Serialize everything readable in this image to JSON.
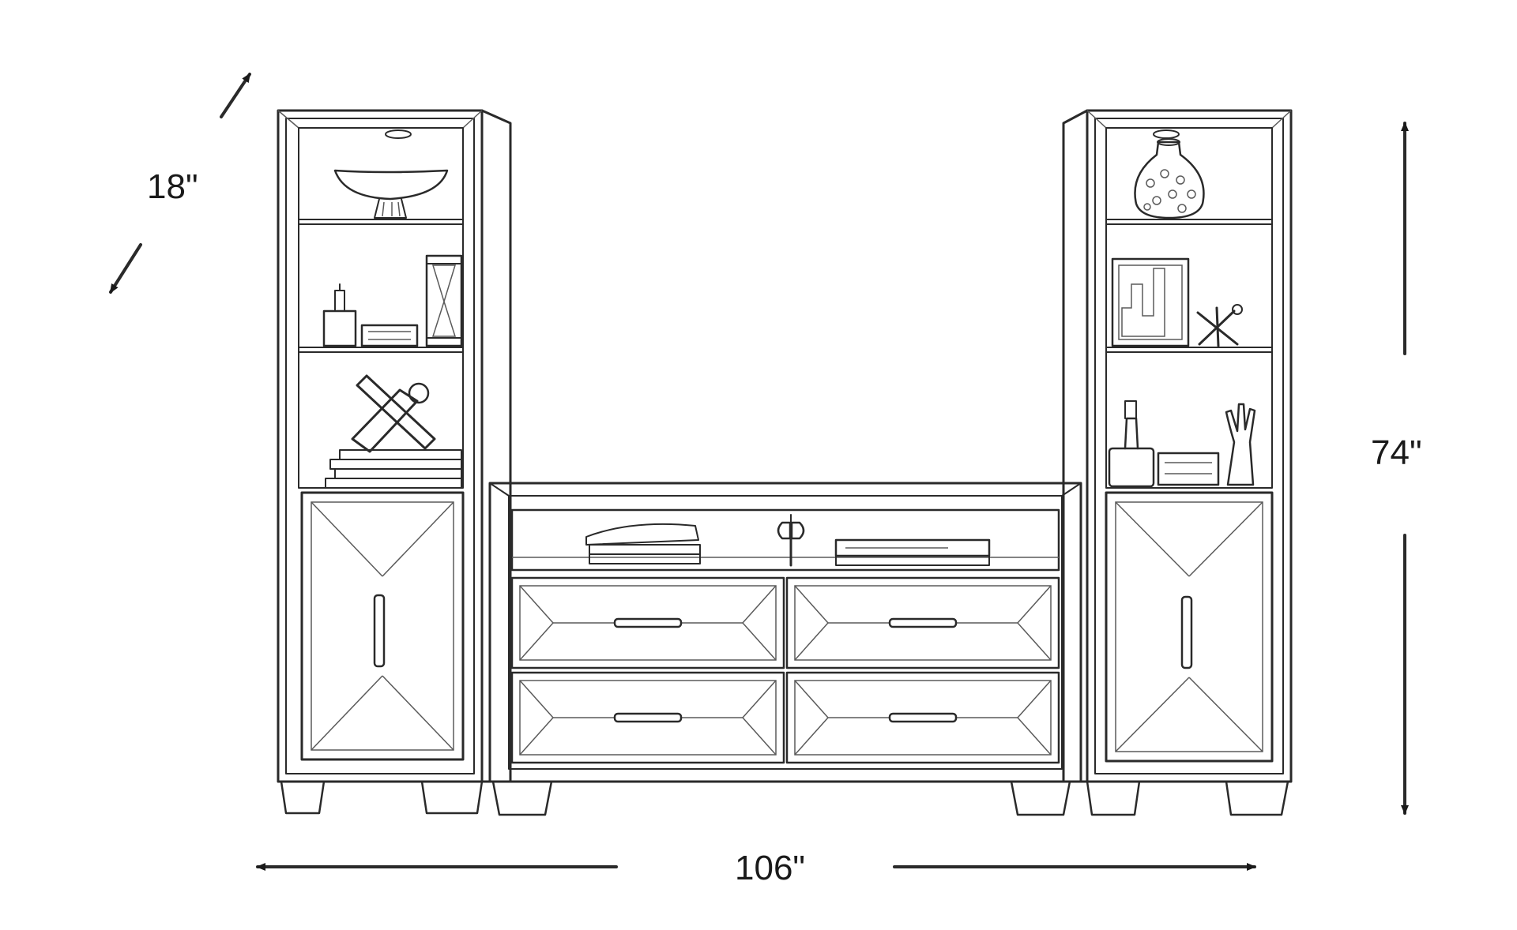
{
  "dimensions": {
    "depth": "18\"",
    "height": "74\"",
    "width": "106\""
  },
  "colors": {
    "line": "#2a2a2a",
    "background": "#ffffff"
  }
}
